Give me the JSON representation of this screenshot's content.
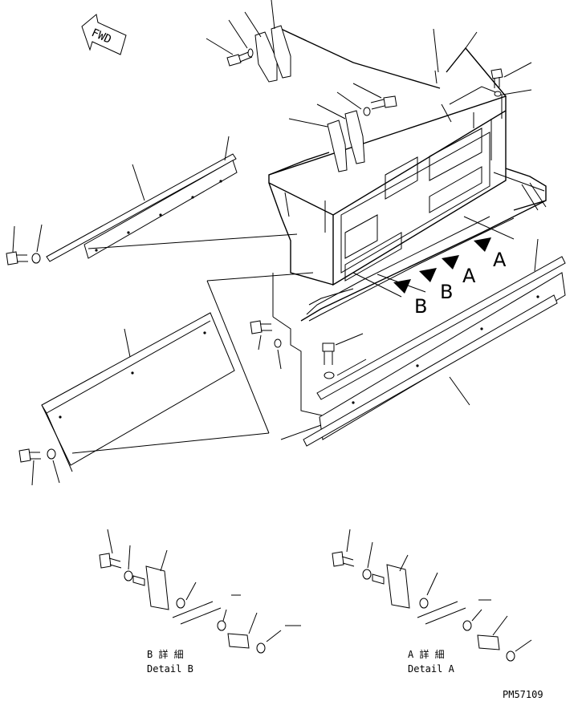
{
  "fwd_label": "FWD",
  "callouts": {
    "a1": "A",
    "a2": "A",
    "b1": "B",
    "b2": "B"
  },
  "details": {
    "b_jp": "B 詳 細",
    "b_en": "Detail B",
    "a_jp": "A 詳 細",
    "a_en": "Detail A"
  },
  "part_code": "PM57109",
  "colors": {
    "line": "#000000",
    "background": "#ffffff"
  }
}
